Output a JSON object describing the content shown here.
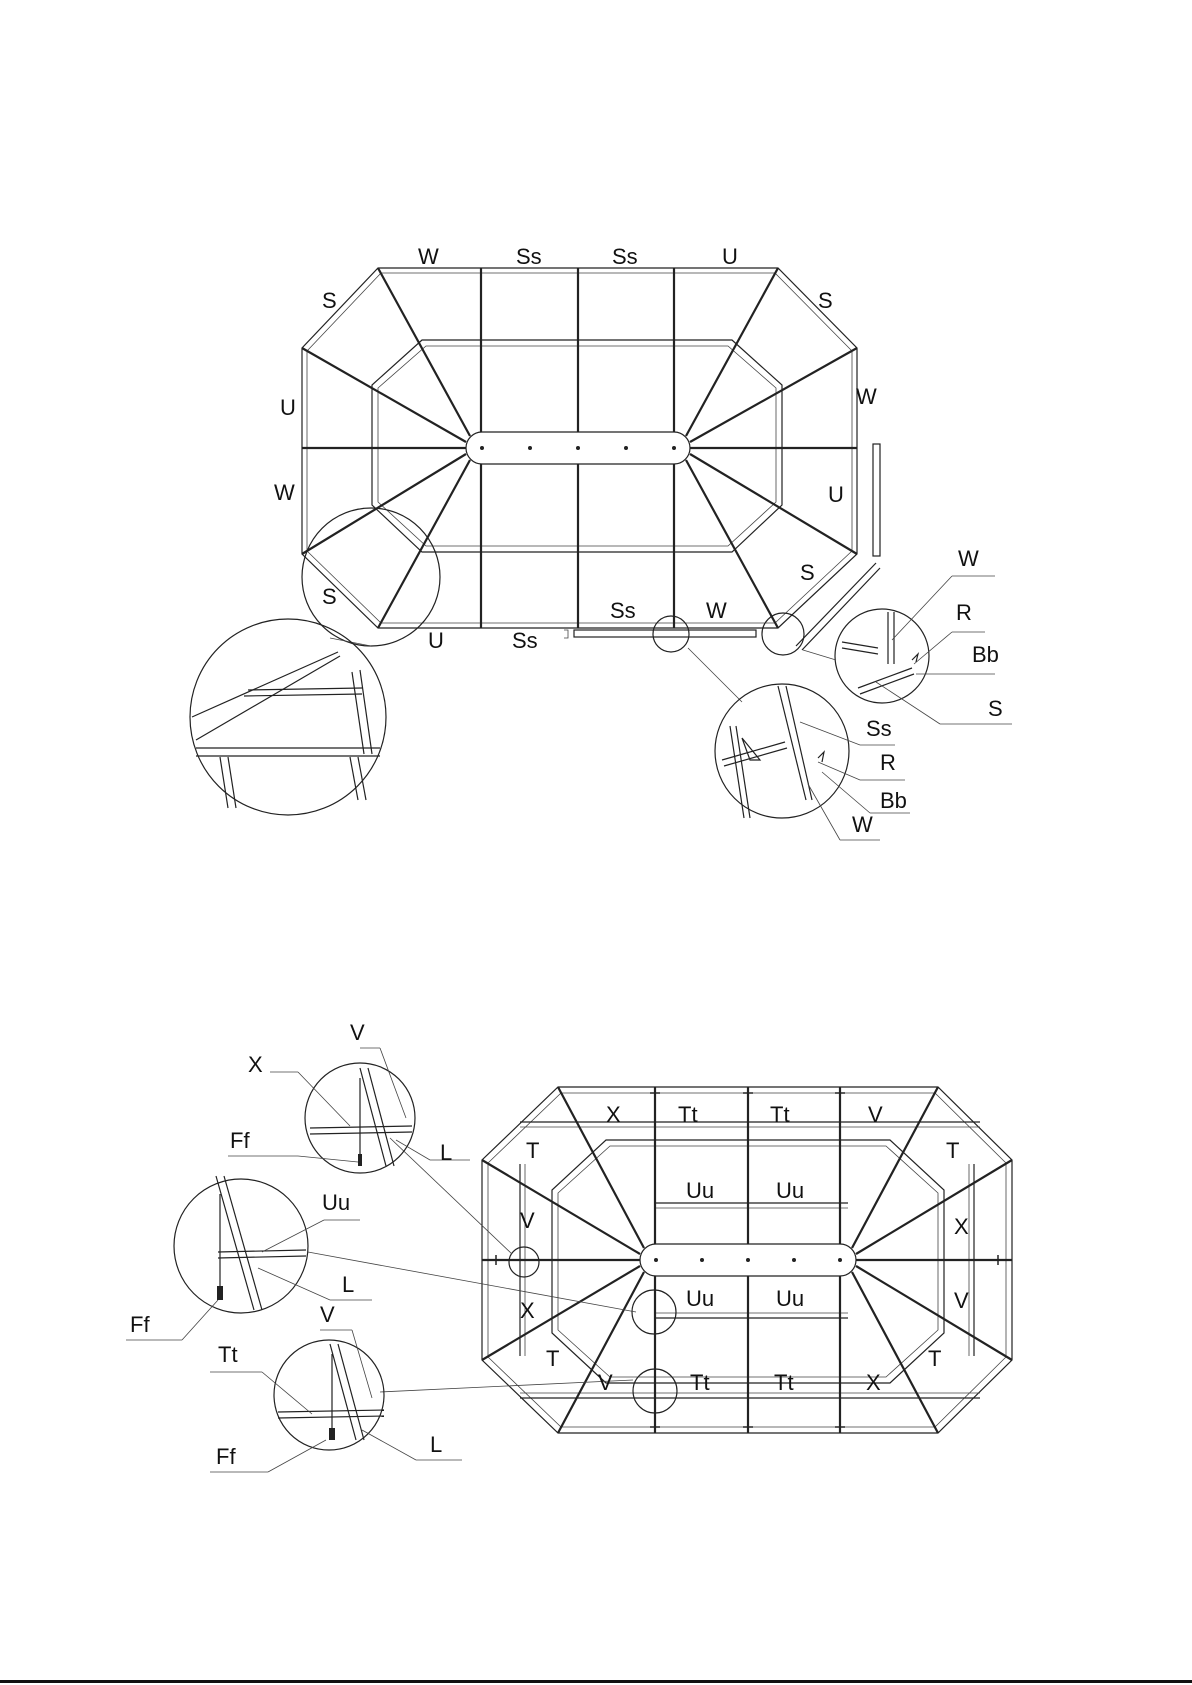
{
  "diagram_top": {
    "labels": {
      "w_top": "W",
      "ss_top1": "Ss",
      "ss_top2": "Ss",
      "u_top": "U",
      "s_top_left": "S",
      "s_top_right": "S",
      "u_left": "U",
      "w_left": "W",
      "s_bottom_left": "S",
      "u_bottom": "U",
      "ss_bottom": "Ss",
      "ss_bottom2": "Ss",
      "w_bottom": "W",
      "s_bottom_right": "S",
      "u_right": "U",
      "w_right": "W",
      "callout_right_w": "W",
      "callout_right_r": "R",
      "callout_right_bb": "Bb",
      "callout_right_s": "S",
      "callout_lower_ss": "Ss",
      "callout_lower_r": "R",
      "callout_lower_bb": "Bb",
      "callout_lower_w": "W"
    }
  },
  "diagram_bottom": {
    "labels": {
      "x_top": "X",
      "tt_top1": "Tt",
      "tt_top2": "Tt",
      "v_top": "V",
      "t_top_left": "T",
      "t_top_right": "T",
      "uu_top1": "Uu",
      "uu_top2": "Uu",
      "v_left": "V",
      "x_right": "X",
      "x_left": "X",
      "uu_mid1": "Uu",
      "uu_mid2": "Uu",
      "v_right": "V",
      "t_bottom_left": "T",
      "v_bottom": "V",
      "tt_bottom1": "Tt",
      "tt_bottom2": "Tt",
      "x_bottom": "X",
      "t_bottom_right": "T",
      "c1_v": "V",
      "c1_x": "X",
      "c1_ff": "Ff",
      "c1_l": "L",
      "c2_uu": "Uu",
      "c2_l": "L",
      "c2_ff": "Ff",
      "c3_v": "V",
      "c3_tt": "Tt",
      "c3_ff": "Ff",
      "c3_l": "L"
    }
  }
}
